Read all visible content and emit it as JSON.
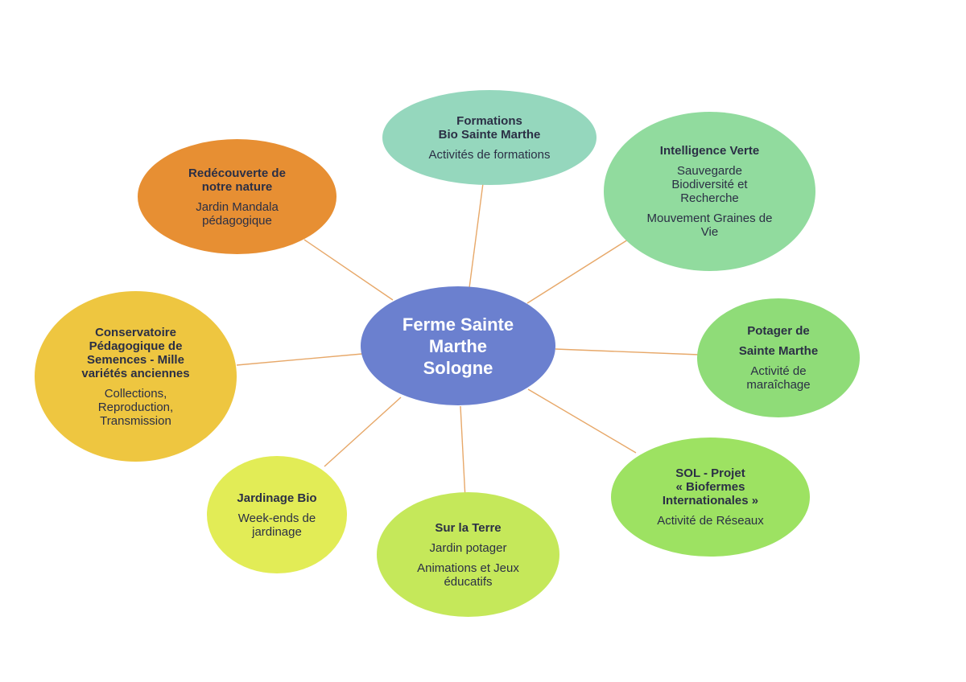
{
  "center": {
    "title": "Ferme Sainte\nMarthe\nSologne",
    "color": "#6b80cf"
  },
  "edge_color": "#e7a869",
  "nodes": {
    "formations": {
      "title": "Formations\nBio Sainte Marthe",
      "body": "Activités de formations",
      "color": "#95d7bd"
    },
    "intelligence": {
      "title": "Intelligence Verte",
      "body": "Sauvegarde\nBiodiversité et\nRecherche",
      "body2": "Mouvement Graines de\nVie",
      "color": "#91db9e"
    },
    "potager": {
      "title": "Potager de",
      "title2": "Sainte Marthe",
      "body": "Activité de\nmaraîchage",
      "color": "#8fdc78"
    },
    "sol": {
      "title": "SOL - Projet\n« Biofermes\nInternationales »",
      "body": "Activité de Réseaux",
      "color": "#9de262"
    },
    "sur_la_terre": {
      "title": "Sur la Terre",
      "body": "Jardin potager",
      "body2": "Animations et Jeux\néducatifs",
      "color": "#c5e85a"
    },
    "jardinage": {
      "title": "Jardinage Bio",
      "body": "Week-ends de\njardinage",
      "color": "#e2ec56"
    },
    "conservatoire": {
      "title": "Conservatoire\nPédagogique de\nSemences  - Mille\nvariétés anciennes",
      "body": "Collections,\nReproduction,\nTransmission",
      "color": "#eec640"
    },
    "redecouverte": {
      "title": "Redécouverte de\nnotre nature",
      "body": "Jardin Mandala\npédagogique",
      "color": "#e78f33"
    }
  }
}
